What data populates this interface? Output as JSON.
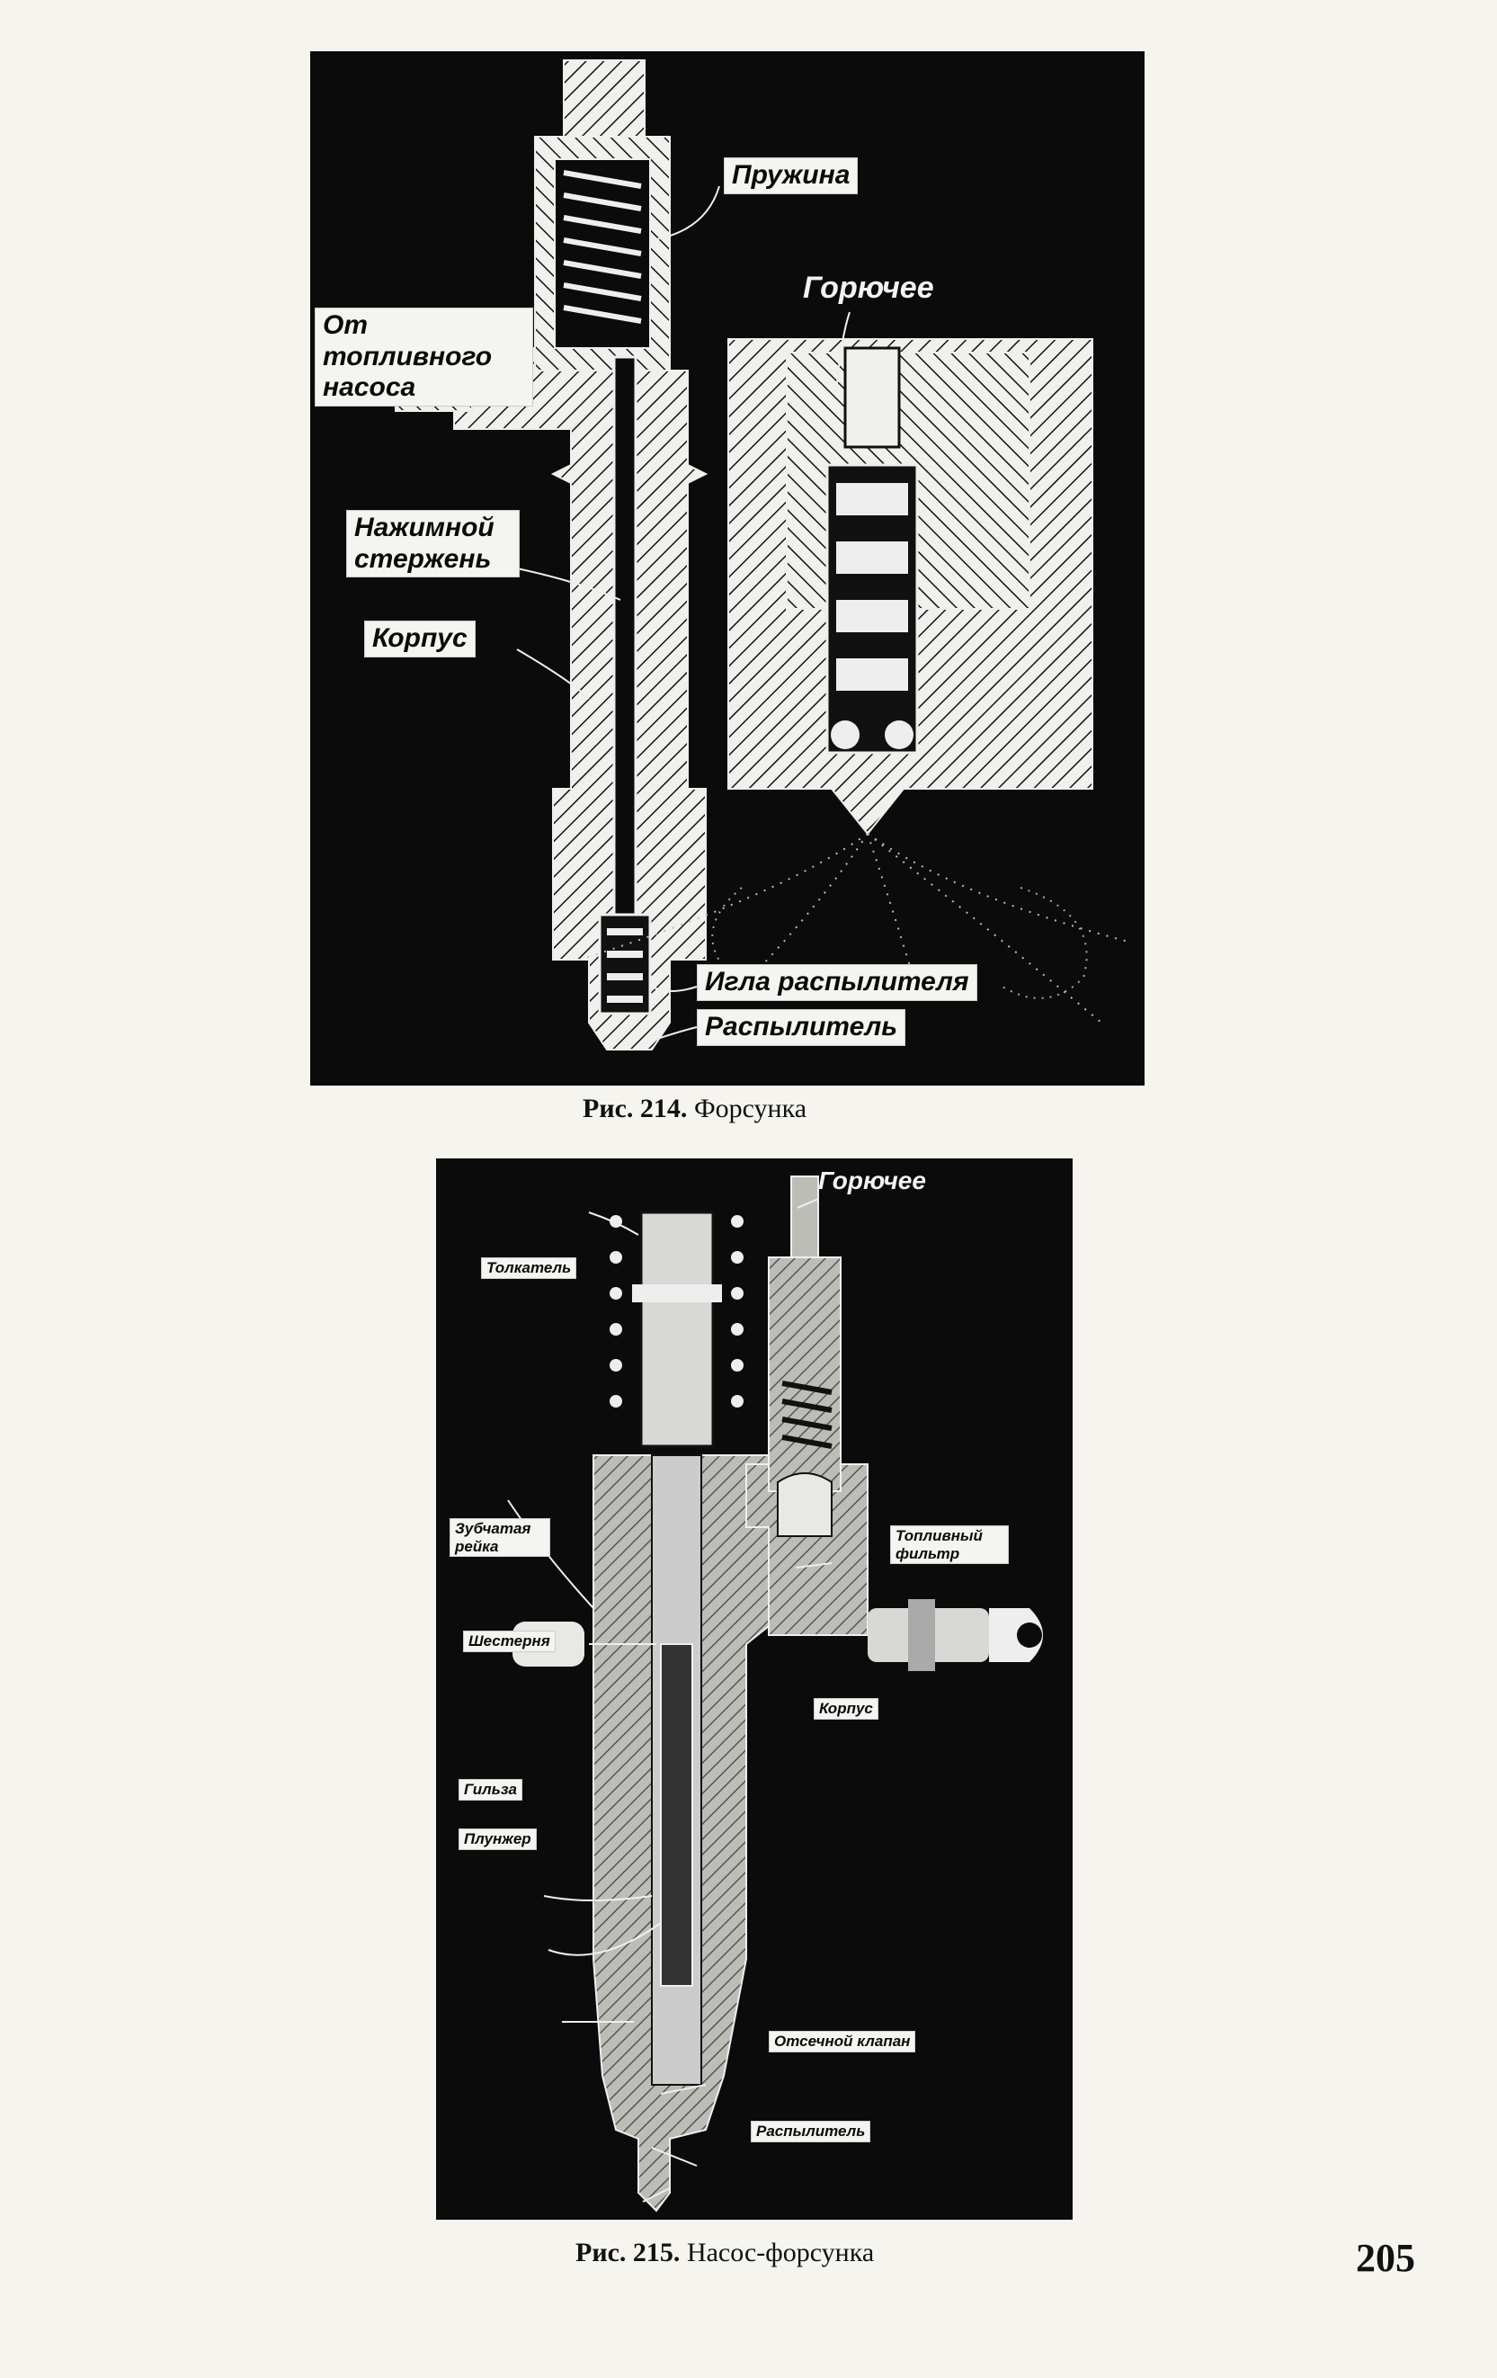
{
  "fig214": {
    "labels": {
      "spring": "Пружина",
      "fuel": "Горючее",
      "from_pump": "От топливного насоса",
      "push_rod": "Нажимной стержень",
      "body": "Корпус",
      "needle": "Игла распылителя",
      "atomizer": "Распылитель"
    },
    "caption_num": "Рис. 214.",
    "caption_text": "Форсунка"
  },
  "fig215": {
    "labels": {
      "fuel": "Горючее",
      "tappet": "Толкатель",
      "rack": "Зубчатая рейка",
      "fuel_filter": "Топливный фильтр",
      "gear": "Шестерня",
      "body": "Корпус",
      "sleeve": "Гильза",
      "plunger": "Плунжер",
      "cutoff_valve": "Отсечной клапан",
      "atomizer": "Распылитель"
    },
    "caption_num": "Рис. 215.",
    "caption_text": "Насос-форсунка"
  },
  "page_number": "205"
}
